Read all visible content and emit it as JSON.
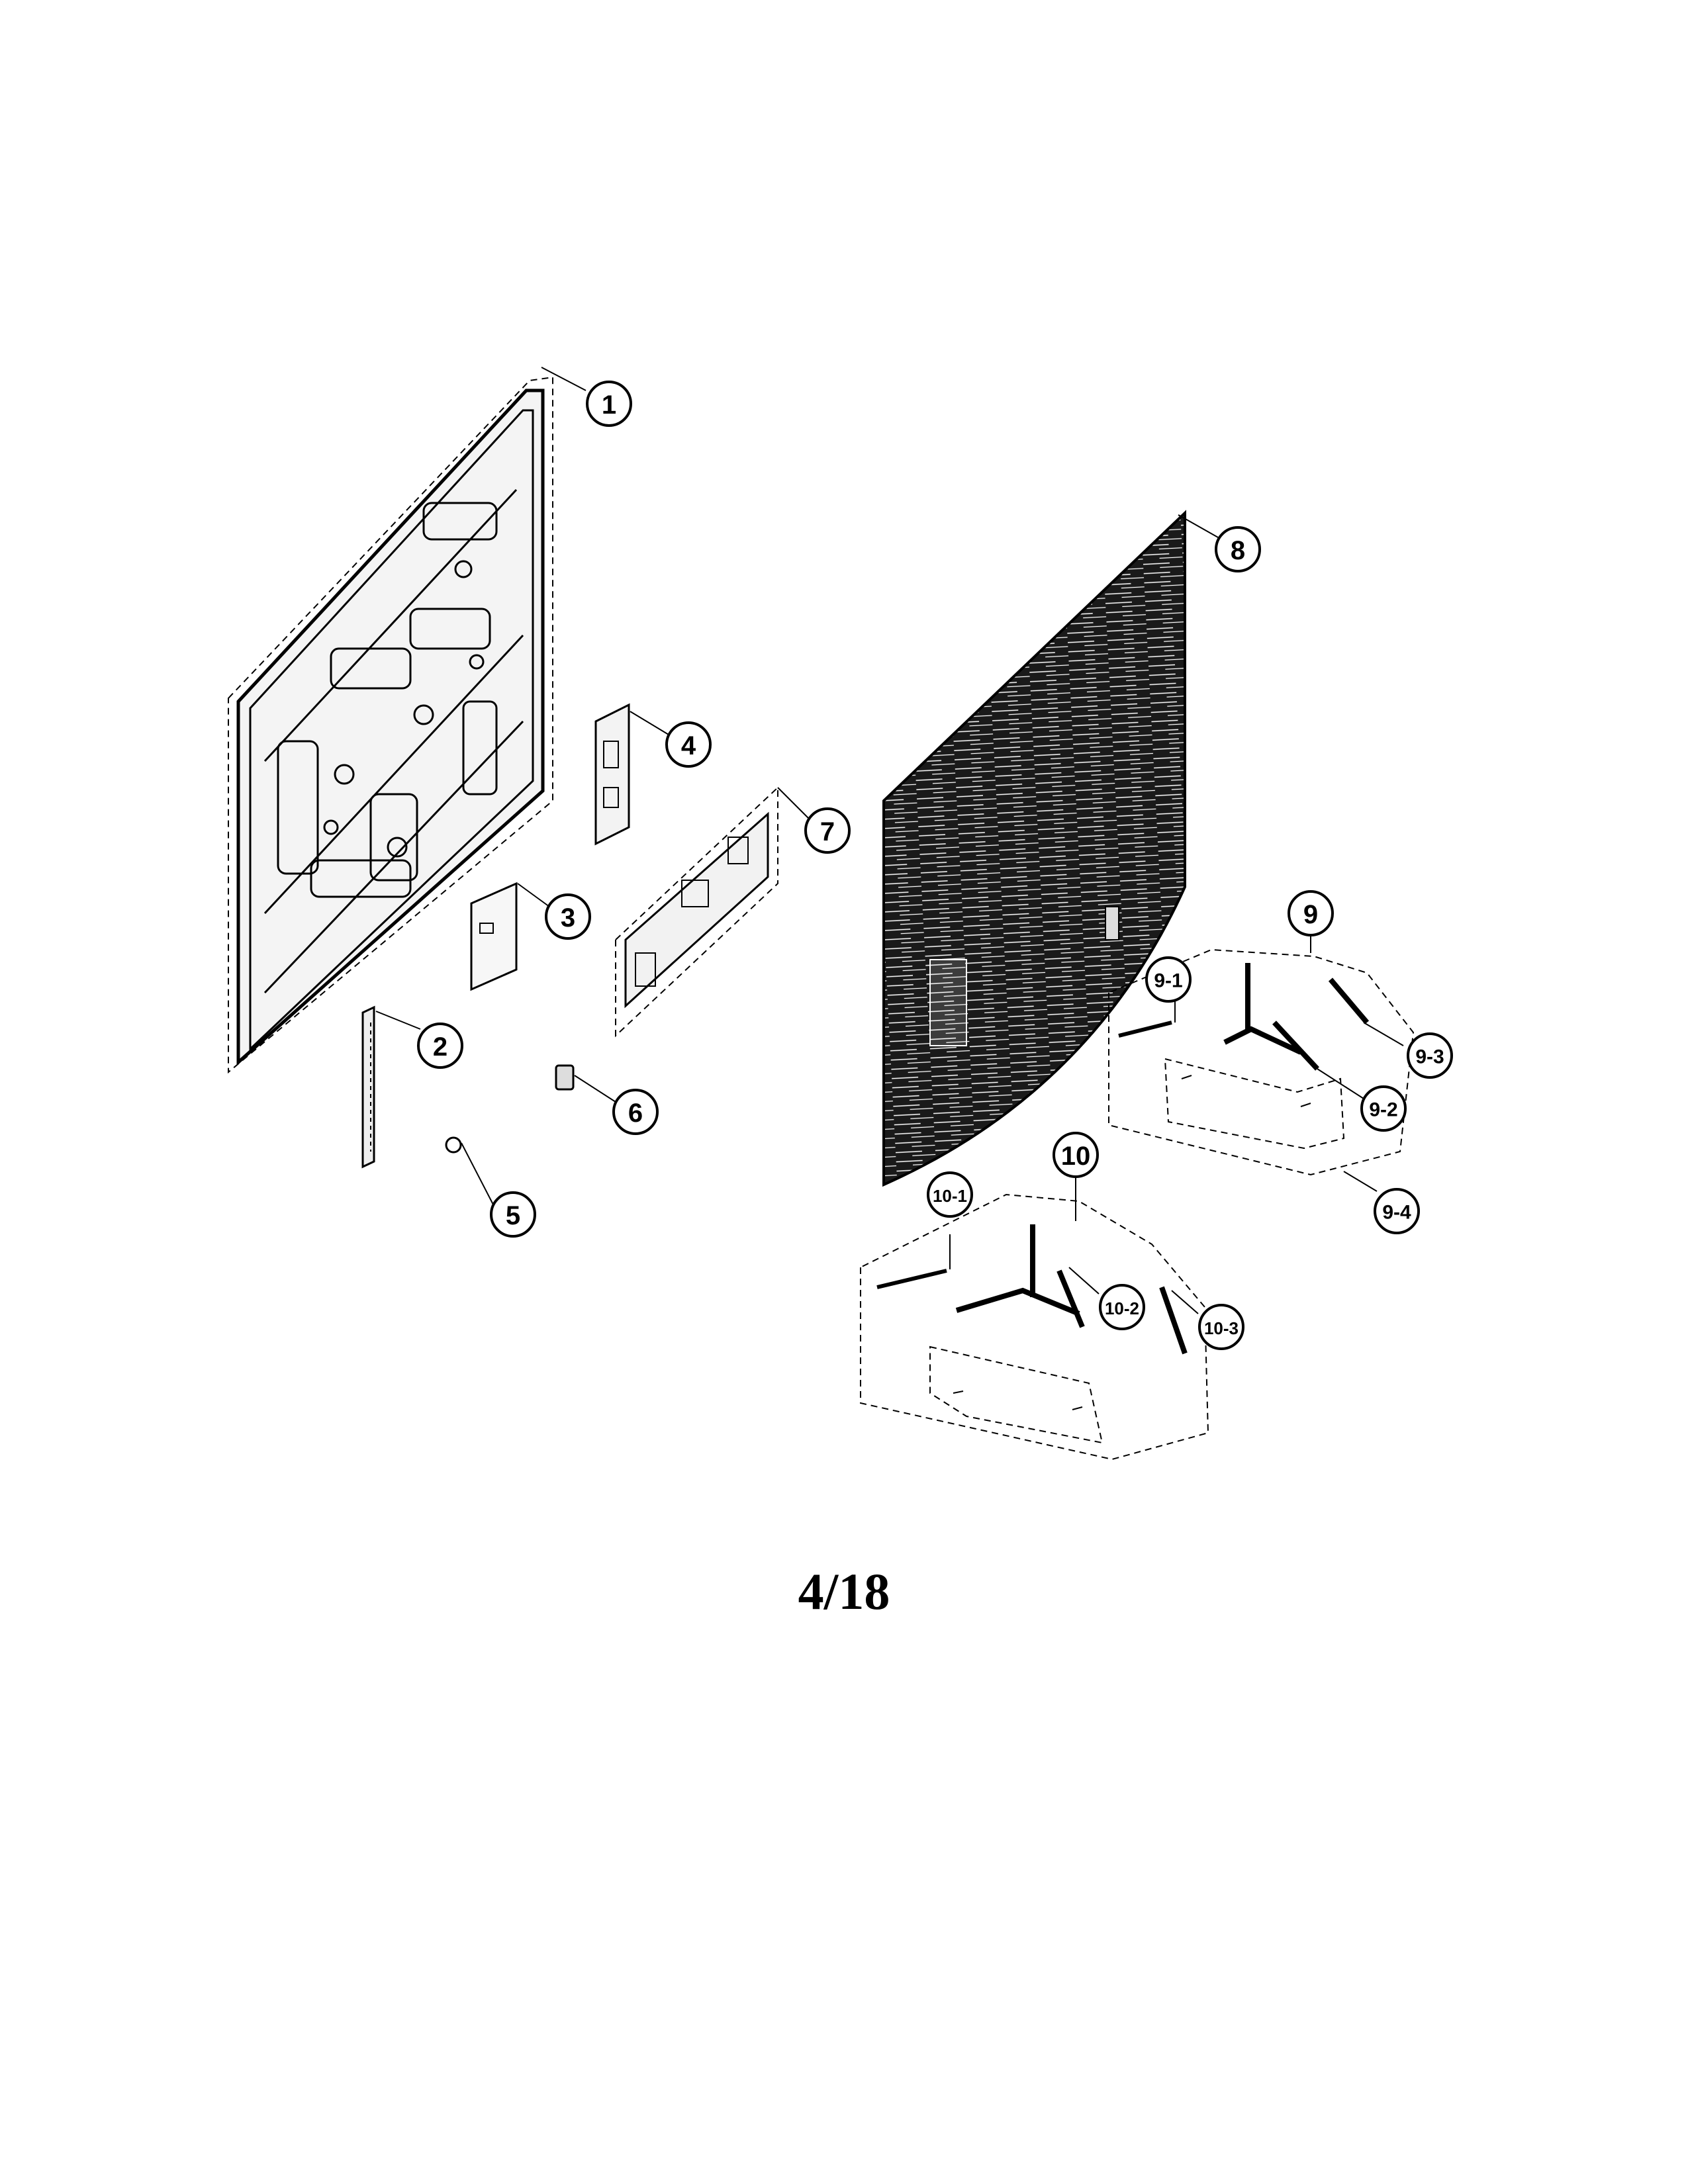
{
  "callouts": {
    "c1": "1",
    "c2": "2",
    "c3": "3",
    "c4": "4",
    "c5": "5",
    "c6": "6",
    "c7": "7",
    "c8": "8",
    "c9": "9",
    "c9_1": "9-1",
    "c9_2": "9-2",
    "c9_3": "9-3",
    "c9_4": "9-4",
    "c10": "10",
    "c10_1": "10-1",
    "c10_2": "10-2",
    "c10_3": "10-3"
  },
  "page_number": "4/18"
}
